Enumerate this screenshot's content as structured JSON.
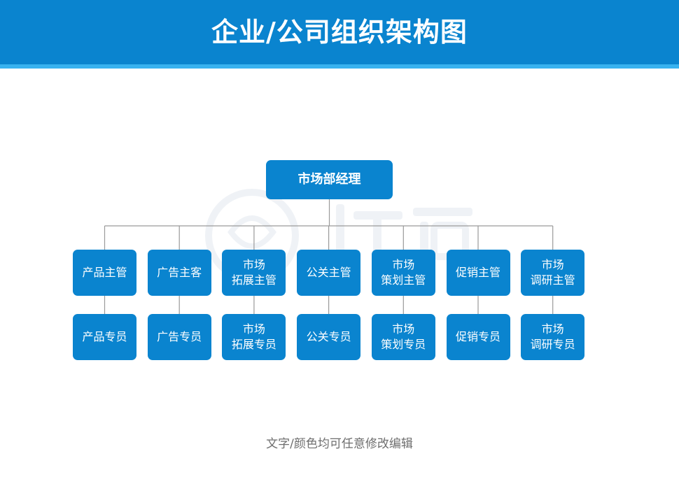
{
  "header": {
    "title": "企业/公司组织架构图"
  },
  "chart": {
    "root": "市场部经理",
    "columns": [
      {
        "manager": "产品主管",
        "staff": "产品专员"
      },
      {
        "manager": "广告主客",
        "staff": "广告专员"
      },
      {
        "manager": "市场\n拓展主管",
        "staff": "市场\n拓展专员"
      },
      {
        "manager": "公关主管",
        "staff": "公关专员"
      },
      {
        "manager": "市场\n策划主管",
        "staff": "市场\n策划专员"
      },
      {
        "manager": "促销主管",
        "staff": "促销专员"
      },
      {
        "manager": "市场\n调研主管",
        "staff": "市场\n调研专员"
      }
    ]
  },
  "footer": {
    "note": "文字/颜色均可任意修改编辑"
  },
  "colors": {
    "primary": "#0a84cf",
    "stripe": "#38b2f0",
    "connector": "#9a9a9a"
  }
}
